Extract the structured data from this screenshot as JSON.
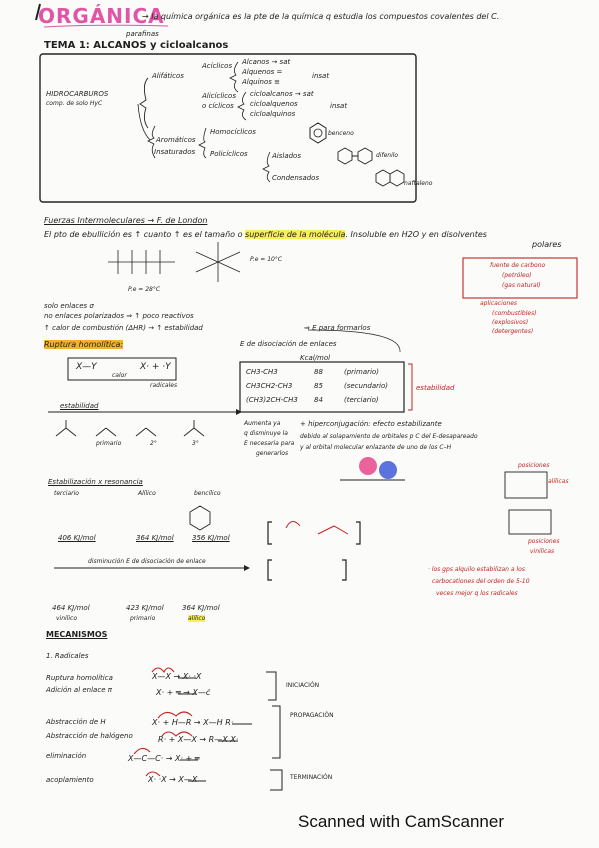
{
  "header": {
    "title": "ORGÁNICA",
    "definition": "→ la química orgánica es la pte de la química q estudia los compuestos covalentes del C."
  },
  "tema": {
    "annotation": "parafinas",
    "title": "TEMA 1: ALCANOS y cicloalcanos"
  },
  "classification": {
    "root": "HIDROCARBUROS",
    "root_sub": "comp. de solo HyC",
    "aliphatic": "Alifáticos",
    "acyclic": "Acíclicos",
    "acyclic_items": [
      "Alcanos → sat",
      "Alquenos =",
      "Alquinos ≡"
    ],
    "insat_1": "insat",
    "alicyclic": "Alicíclicos",
    "cyclic": "o cíclicos",
    "alicyclic_items": [
      "cicloalcanos → sat",
      "cicloalquenos",
      "cicloalquinos"
    ],
    "insat_2": "insat",
    "aromatic": "Aromáticos",
    "unsat": "Insaturados",
    "monocyclic": "Homocíclicos",
    "benzene": "benceno",
    "polycyclic": "Policíclicos",
    "isolated": "Aislados",
    "biphenyl": "difenilo",
    "condensed": "Condensados",
    "naphthalene": "naftaleno"
  },
  "forces": {
    "heading": "Fuerzas Intermoleculares → F. de London",
    "line1_a": "El pto de ebullición es ↑ cuanto ↑ es el tamaño o ",
    "line1_hl": "superficie de la molécula",
    "line1_b": ". Insoluble en H2O y en disolventes",
    "line1_c": "polares",
    "pe_right": "P.e = 10°C",
    "pe_left": "P.e = 28°C",
    "bullets": [
      "solo enlaces σ",
      "no enlaces polarizados ⇒ ↑ poco reactivos",
      "↑ calor de combustión (ΔHR) → ↑ estabilidad"
    ]
  },
  "sources": [
    "fuente de carbono",
    "(petróleo)",
    "(gas natural)",
    "aplicaciones",
    "(combustibles)",
    "(explosivos)",
    "(detergentes)"
  ],
  "rupture": {
    "heading": "Ruptura homolítica:",
    "scheme_left": "X—Y",
    "scheme_cond": "calor",
    "scheme_right": "X· + ·Y",
    "radicals": "radicales",
    "energy_heading": "E de disociación de enlaces",
    "radical_note": "⇒ E para formarlos",
    "units": "Kcal/mol",
    "rows": [
      {
        "bond": "CH3-CH3",
        "value": "88",
        "type": "(primario)"
      },
      {
        "bond": "CH3CH2-CH3",
        "value": "85",
        "type": "(secundario)"
      },
      {
        "bond": "(CH3)2CH-CH3",
        "value": "84",
        "type": "(terciario)"
      }
    ],
    "stability": "estabilidad"
  },
  "stability": {
    "heading": "estabilidad",
    "labels": [
      "primario",
      "2°",
      "3°"
    ],
    "note": [
      "Aumenta ya",
      "q disminuye la",
      "E necesaria para",
      "generarlos"
    ],
    "hyperconjugation": [
      "+ hiperconjugación: efecto estabilizante",
      "debido al solapamiento de orbitales p C del E-desapareado",
      "y al orbital molecular enlazante de uno de los C–H"
    ]
  },
  "resonance": {
    "heading": "Estabilización x resonancia",
    "labels": [
      "terciario",
      "Alílico",
      "bencílico"
    ],
    "values": [
      "406 KJ/mol",
      "364 KJ/mol",
      "356 KJ/mol"
    ],
    "positions_allyl": [
      "posiciones",
      "alílicas"
    ],
    "positions_vinyl": [
      "posiciones",
      "vinílicas"
    ]
  },
  "decrease": {
    "heading": "disminución E de disociación de enlace",
    "values": [
      "464 KJ/mol",
      "423 KJ/mol",
      "364 KJ/mol"
    ],
    "labels": [
      "vinílico",
      "primario",
      "alílico"
    ],
    "alkyl_note": [
      "· los gps alquilo estabilizan a los",
      "carbocationes del orden de 5-10",
      "veces mejor q los radicales"
    ]
  },
  "mechanisms": {
    "heading": "MECANISMOS",
    "sub": "1. Radicales",
    "steps": [
      {
        "label": "Ruptura homolítica",
        "eq": "X—X → X· ·X"
      },
      {
        "label": "Adición al enlace π",
        "eq": "X· + ═ → X—ċ"
      },
      {
        "label": "Abstracción de H",
        "eq": "X· + H—R → X—H  R·"
      },
      {
        "label": "Abstracción de halógeno",
        "eq": "R· + X—X → R—X  X·"
      },
      {
        "label": "eliminación",
        "eq": "X—C—C· → X· + ═"
      },
      {
        "label": "acoplamiento",
        "eq": "X· ·X → X—X"
      }
    ],
    "phases": [
      "INICIACIÓN",
      "PROPAGACIÓN",
      "TERMINACIÓN"
    ]
  },
  "footer": "Scanned with CamScanner"
}
